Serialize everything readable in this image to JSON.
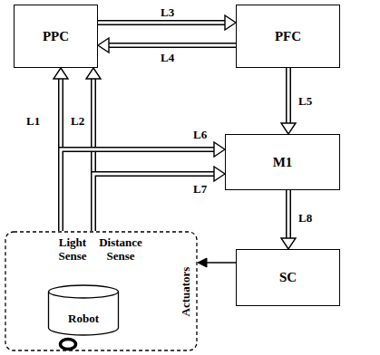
{
  "diagram": {
    "nodes": [
      {
        "text": [
          "PPC"
        ]
      },
      {
        "text": [
          "PFC"
        ]
      },
      {
        "text": [
          "M1"
        ]
      },
      {
        "text": [
          "Light Sense",
          "Distance Sense",
          "Actuators"
        ]
      },
      {
        "text": [
          "Robot"
        ],
        "in": 3
      },
      {
        "text": [
          "SC"
        ]
      }
    ],
    "edges": [
      {
        "from": 3,
        "to": 0,
        "label": "L1",
        "arrow": "to"
      },
      {
        "from": 3,
        "to": 0,
        "label": "L2",
        "arrow": "to"
      },
      {
        "from": 0,
        "to": 1,
        "label": "L3",
        "arrow": "to"
      },
      {
        "from": 1,
        "to": 0,
        "label": "L4",
        "arrow": "to"
      },
      {
        "from": 1,
        "to": 2,
        "label": "L5",
        "arrow": "to"
      },
      {
        "from": 3,
        "to": 2,
        "label": "L6",
        "arrow": "to"
      },
      {
        "from": 3,
        "to": 2,
        "label": "L7",
        "arrow": "to"
      },
      {
        "from": 2,
        "to": 5,
        "label": "L8",
        "arrow": "to"
      },
      {
        "from": 5,
        "to": 3,
        "arrow": "to"
      }
    ]
  }
}
